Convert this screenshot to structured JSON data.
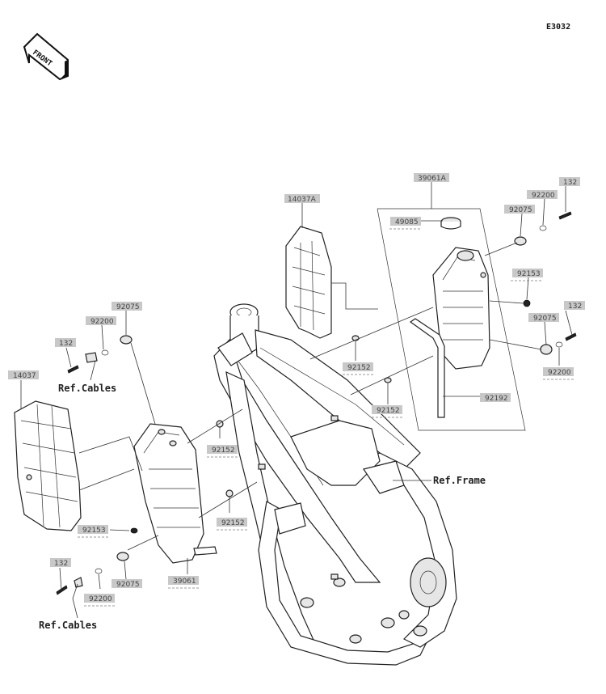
{
  "diagram_code": "E3032",
  "front_label": "FRONT",
  "refs": {
    "cables_upper": "Ref.Cables",
    "cables_lower": "Ref.Cables",
    "frame": "Ref.Frame"
  },
  "part_labels": [
    "39061A",
    "14037A",
    "49085",
    "92200",
    "132",
    "92075",
    "92153",
    "92075",
    "132",
    "92200",
    "92152",
    "92152",
    "92192",
    "14037",
    "92200",
    "92075",
    "132",
    "92152",
    "92152",
    "92153",
    "132",
    "92200",
    "92075",
    "39061"
  ]
}
